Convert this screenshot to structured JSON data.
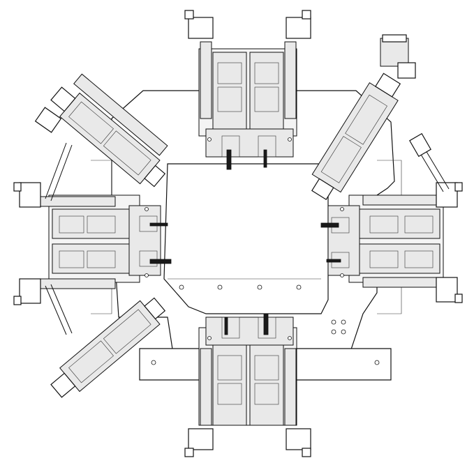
{
  "colors": {
    "line": "#111111",
    "fill": "#e9e9e9",
    "background": "#ffffff",
    "dark": "#1a1a1a"
  },
  "stations": [
    {
      "id": "top",
      "label": ""
    },
    {
      "id": "bottom",
      "label": ""
    },
    {
      "id": "left",
      "label": ""
    },
    {
      "id": "right",
      "label": ""
    }
  ],
  "diagonal_units": [
    {
      "id": "upper-left"
    },
    {
      "id": "lower-left"
    },
    {
      "id": "upper-right"
    }
  ]
}
